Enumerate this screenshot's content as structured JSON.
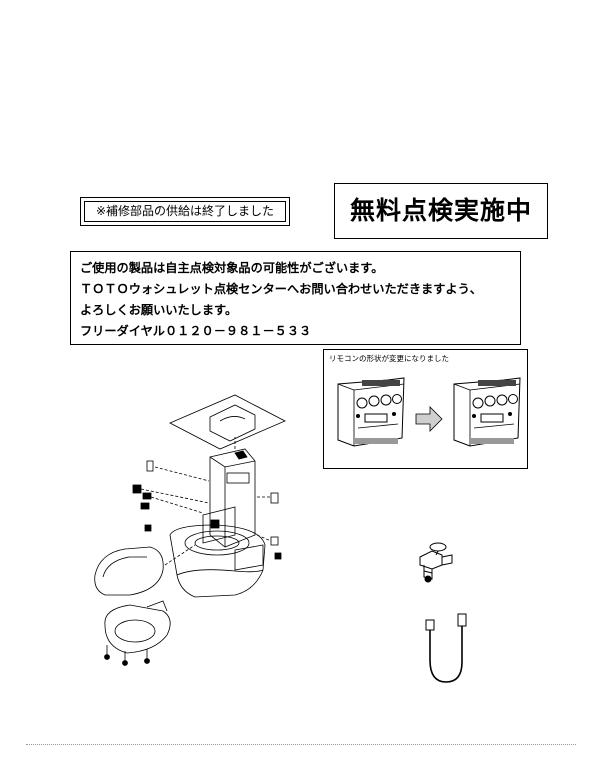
{
  "notice_end": "※補修部品の供給は終了しました",
  "free_check": "無料点検実施中",
  "info": {
    "line1": "ご使用の製品は自主点検対象品の可能性がございます。",
    "line2": "ＴＯＴＯウォシュレット点検センターへお問い合わせいただきますよう、",
    "line3": "よろしくお願いいたします。",
    "line4": "フリーダイヤル０１２０－９８１－５３３"
  },
  "remote_caption": "リモコンの形状が変更になりました",
  "icons": {
    "arrow": "right-arrow-icon",
    "toilet": "toilet-exploded-diagram",
    "valve": "water-valve",
    "hose": "supply-hose"
  }
}
